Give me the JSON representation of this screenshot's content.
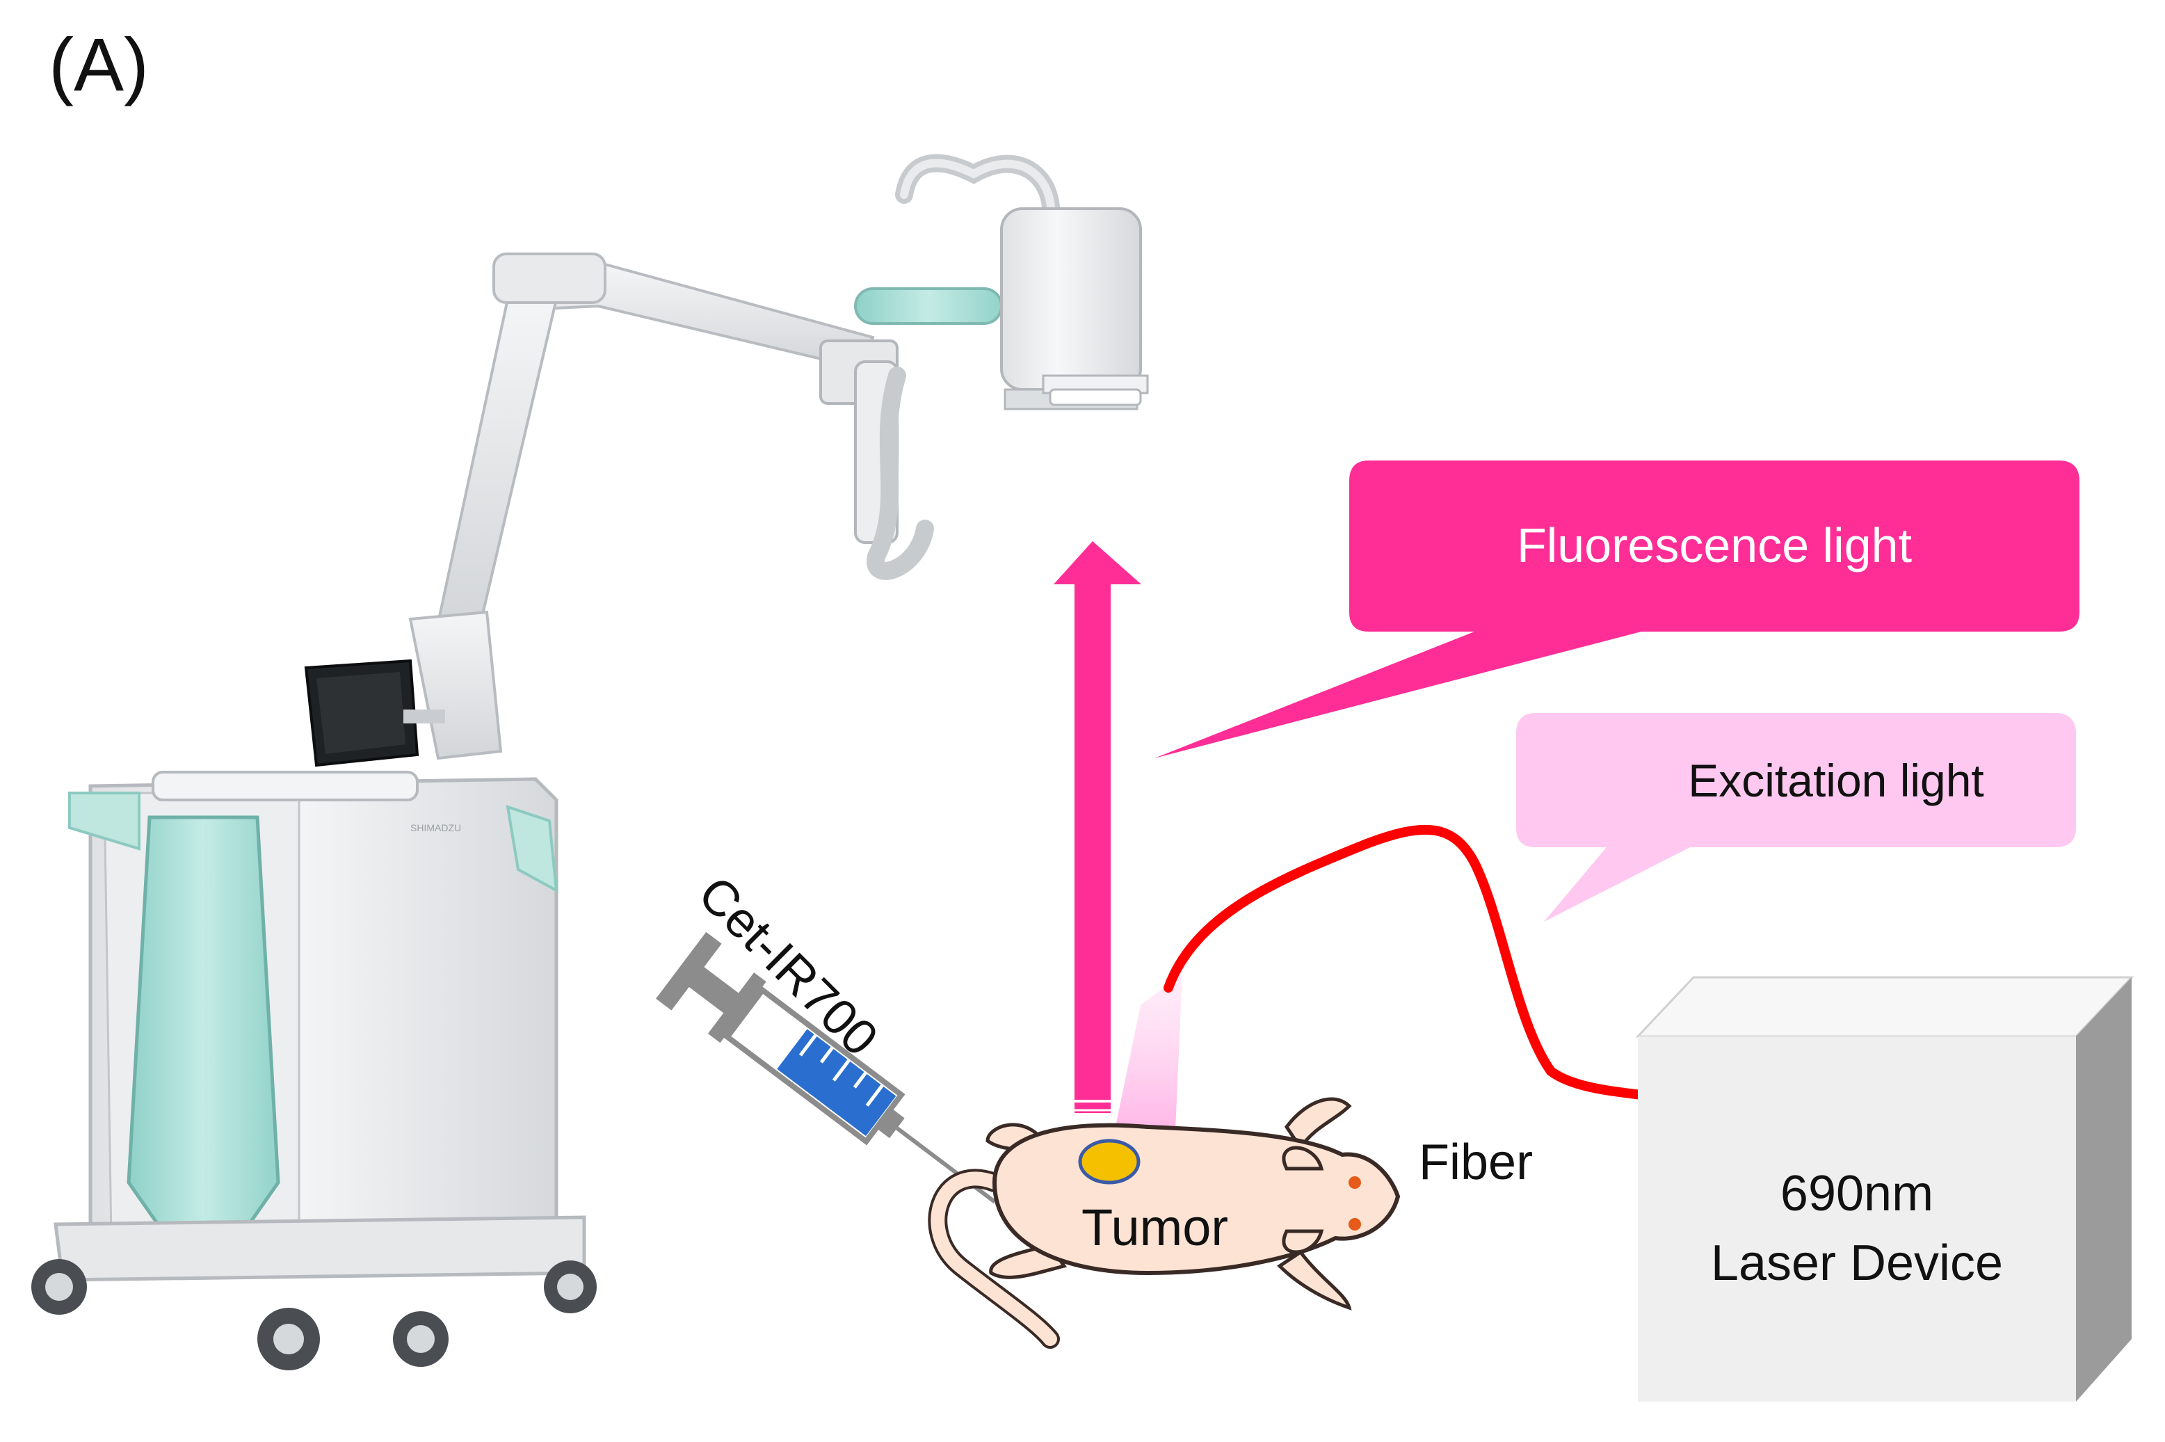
{
  "panel_label": "(A)",
  "labels": {
    "fluorescence": "Fluorescence light",
    "excitation": "Excitation light",
    "agent": "Cet-IR700",
    "tumor": "Tumor",
    "fiber": "Fiber",
    "laser_line1": "690nm",
    "laser_line2": "Laser Device"
  },
  "colors": {
    "fluorescence": "#ff2d96",
    "excitation_bubble": "#ffc8f0",
    "fiber": "#ff0000",
    "device_teal": "#a9ddd6",
    "device_body": "#f1f2f3",
    "mouse_skin": "#fde3d3",
    "tumor": "#f5c000",
    "syringe_liquid": "#2a6fd0",
    "laser_box": "#efefef"
  },
  "icons": [
    "imaging-device",
    "syringe-icon",
    "mouse-illustration",
    "laser-box"
  ]
}
